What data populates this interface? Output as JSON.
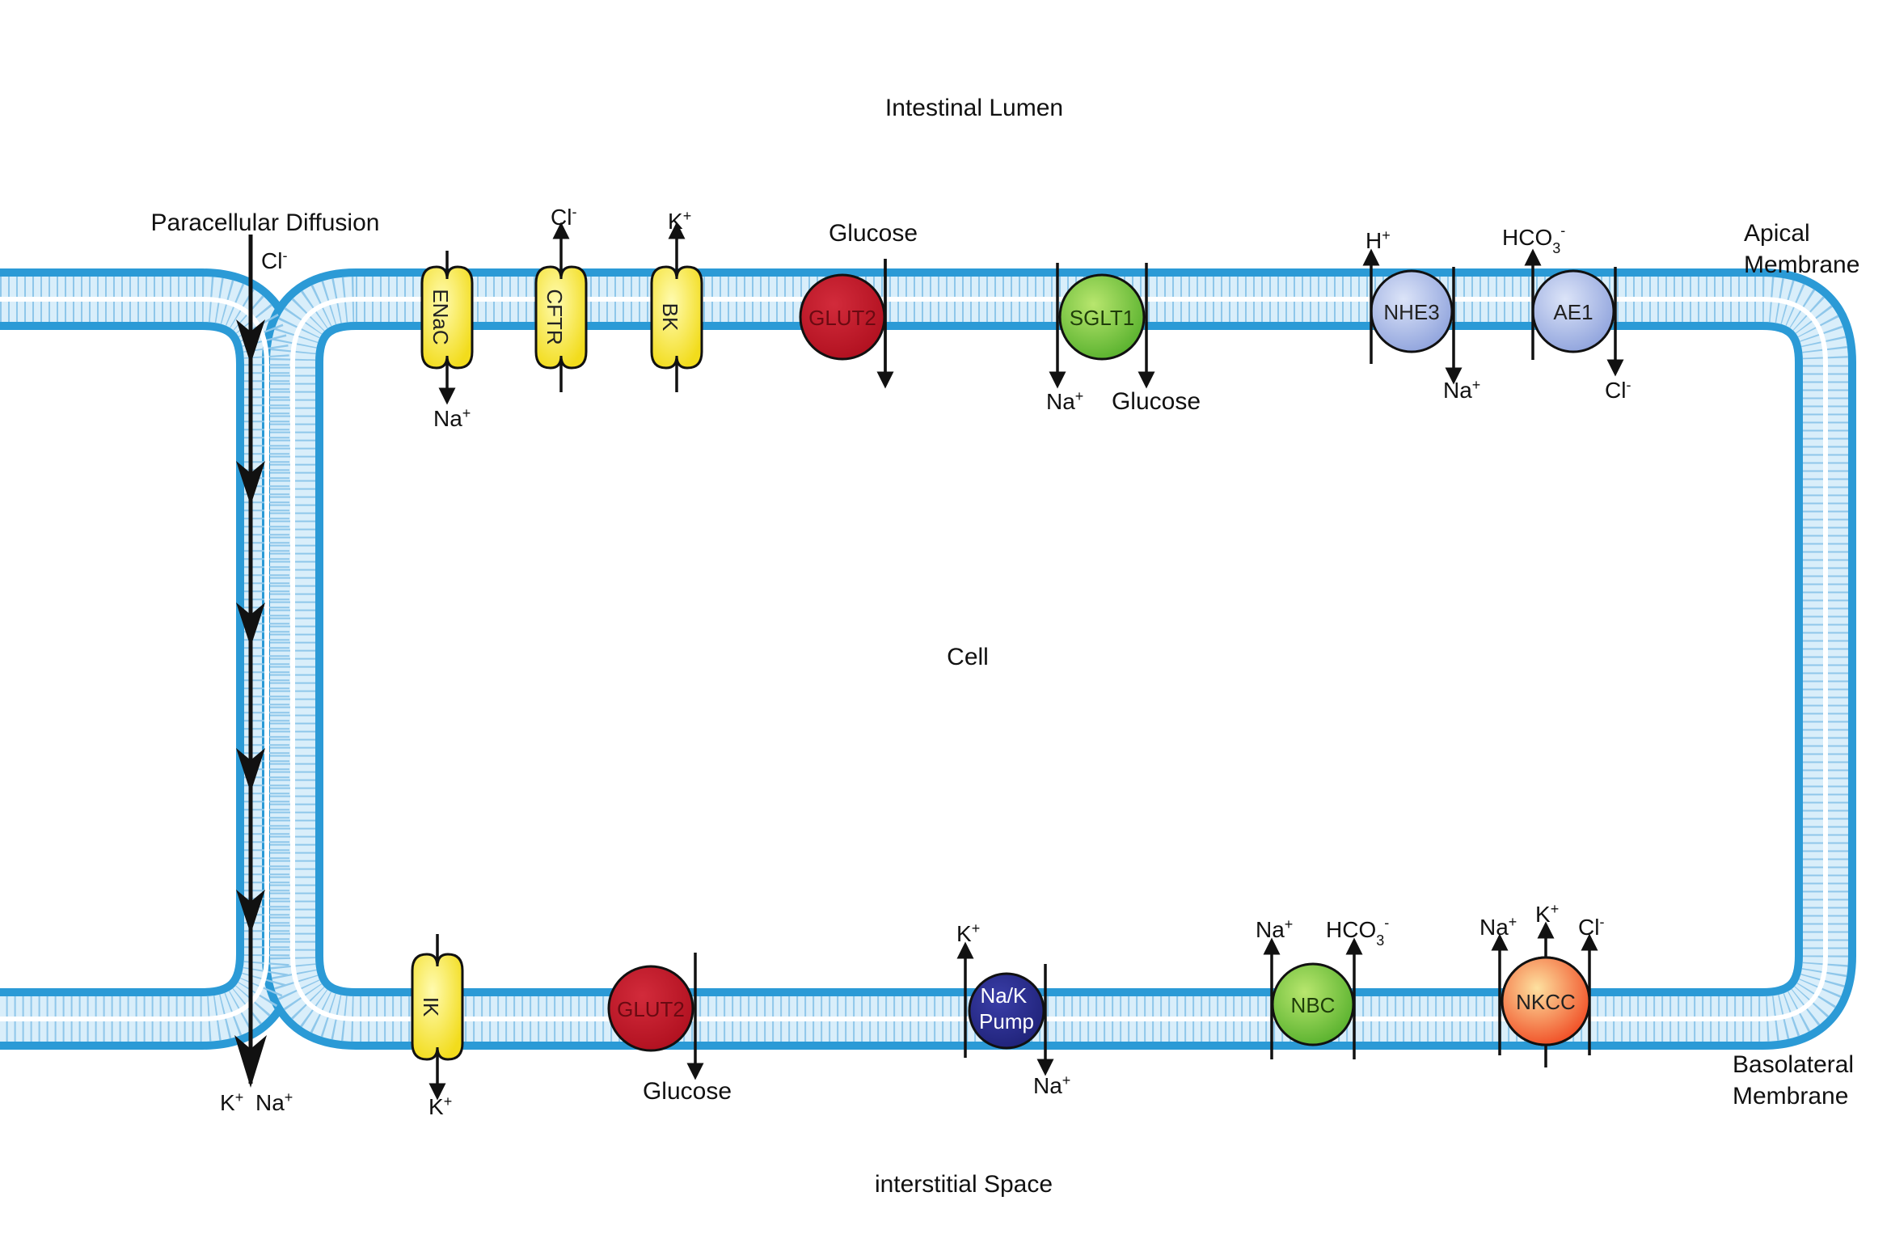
{
  "regions": {
    "lumen": "Intestinal Lumen",
    "cell": "Cell",
    "interstitial": "interstitial Space",
    "apical": [
      "Apical",
      "Membrane"
    ],
    "basolateral": [
      "Basolateral",
      "Membrane"
    ],
    "paracellular": "Paracellular Diffusion"
  },
  "colors": {
    "membrane": "#2b9ad6",
    "tail": "#d9eefa",
    "yellow": "#f7e733",
    "red": "#c01b2c",
    "green": "#6cbf3b",
    "lavender": "#a8b8e6",
    "navy": "#2a2d8f",
    "orange": "#f2662c"
  },
  "apical_proteins": {
    "enac": "ENaC",
    "cftr": "CFTR",
    "bk": "BK",
    "glut2": "GLUT2",
    "sglt1": "SGLT1",
    "nhe3": "NHE3",
    "ae1": "AE1"
  },
  "basolateral_proteins": {
    "ik": "IK",
    "glut2": "GLUT2",
    "nak": [
      "Na/K",
      "Pump"
    ],
    "nbc": "NBC",
    "nkcc": "NKCC"
  },
  "ions": {
    "para_cl": {
      "base": "Cl",
      "sup": "-"
    },
    "para_k": {
      "base": "K",
      "sup": "+"
    },
    "para_na": {
      "base": "Na",
      "sup": "+"
    },
    "enac_na": {
      "base": "Na",
      "sup": "+"
    },
    "cftr_cl": {
      "base": "Cl",
      "sup": "-"
    },
    "bk_k": {
      "base": "K",
      "sup": "+"
    },
    "glut2_apical_glucose": "Glucose",
    "sglt1_na": {
      "base": "Na",
      "sup": "+"
    },
    "sglt1_glucose": "Glucose",
    "nhe3_h": {
      "base": "H",
      "sup": "+"
    },
    "nhe3_na": {
      "base": "Na",
      "sup": "+"
    },
    "ae1_hco3": {
      "base": "HCO",
      "sub": "3",
      "sup": "-"
    },
    "ae1_cl": {
      "base": "Cl",
      "sup": "-"
    },
    "ik_k": {
      "base": "K",
      "sup": "+"
    },
    "glut2_baso_glucose": "Glucose",
    "nak_k": {
      "base": "K",
      "sup": "+"
    },
    "nak_na": {
      "base": "Na",
      "sup": "+"
    },
    "nbc_na": {
      "base": "Na",
      "sup": "+"
    },
    "nbc_hco3": {
      "base": "HCO",
      "sub": "3",
      "sup": "-"
    },
    "nkcc_na": {
      "base": "Na",
      "sup": "+"
    },
    "nkcc_k": {
      "base": "K",
      "sup": "+"
    },
    "nkcc_cl": {
      "base": "Cl",
      "sup": "-"
    }
  }
}
